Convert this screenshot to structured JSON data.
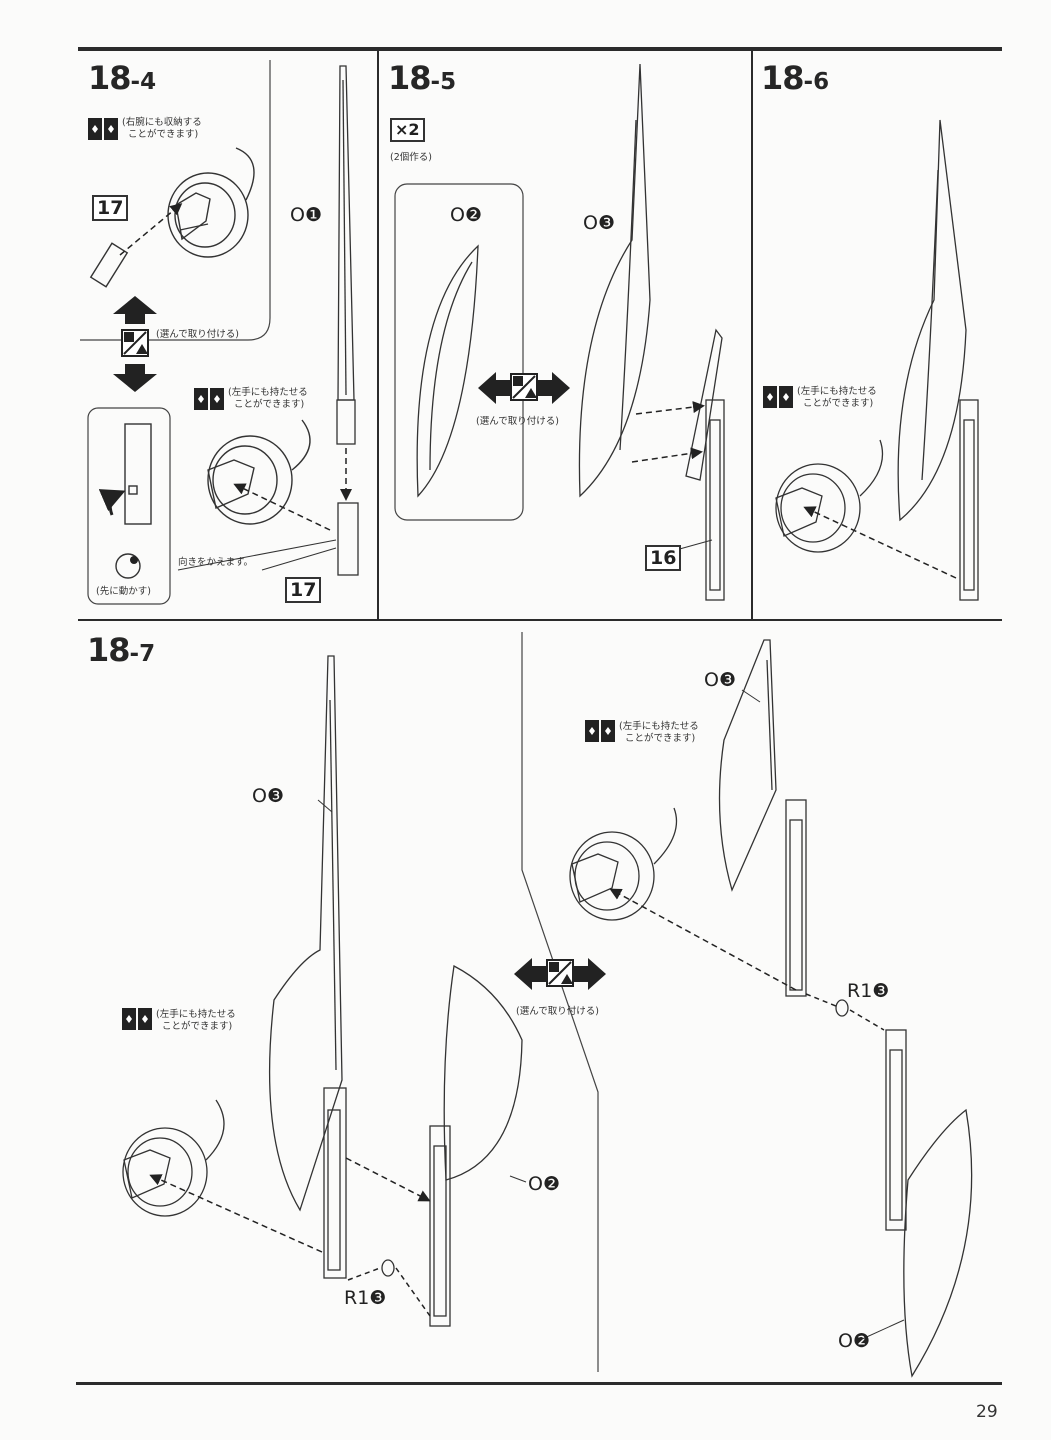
{
  "steps": {
    "s4": {
      "number": "18",
      "sub": "-4"
    },
    "s5": {
      "number": "18",
      "sub": "-5"
    },
    "s6": {
      "number": "18",
      "sub": "-6"
    },
    "s7": {
      "number": "18",
      "sub": "-7"
    }
  },
  "notes": {
    "right_arm_store": [
      "(右腕にも収納する",
      "ことができます)"
    ],
    "choose_attach": "(選んで取り付ける)",
    "left_hand_hold": [
      "(左手にも持たせる",
      "ことができます)"
    ],
    "change_direction": "向きをかえます。",
    "move_first": "(先に動かす)",
    "make_two": "(2個作る)",
    "multiplier": "×2"
  },
  "parts": {
    "o1": "O❶",
    "o2": "O❷",
    "o3": "O❸",
    "r1_3": "R1❸",
    "part17": "17",
    "part16": "16"
  },
  "page_number": "29"
}
